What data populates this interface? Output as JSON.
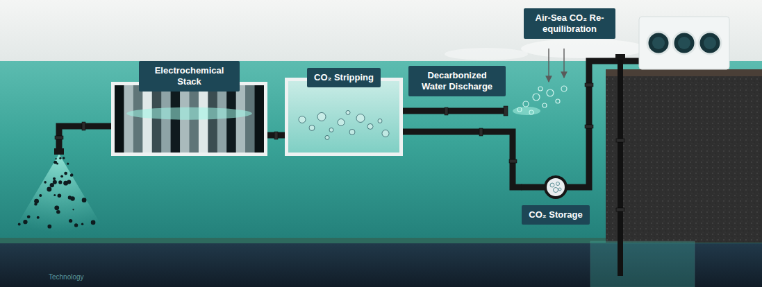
{
  "diagram": {
    "nodes": [
      {
        "text": [
          "Electrochemical Stack"
        ]
      },
      {
        "text": [
          "CO₂ Stripping"
        ]
      },
      {
        "text": [
          "Decarbonized Water Discharge"
        ]
      },
      {
        "text": [
          "Air-Sea CO₂ Re-equilibration"
        ]
      },
      {
        "text": [
          "CO₂ Storage"
        ]
      }
    ],
    "edges": [
      {
        "from": 0,
        "to": 1,
        "arrow": "none"
      },
      {
        "from": 1,
        "to": 2,
        "arrow": "none"
      },
      {
        "from": 1,
        "to": 4,
        "arrow": "none"
      }
    ],
    "labels": [
      "Technology"
    ]
  }
}
